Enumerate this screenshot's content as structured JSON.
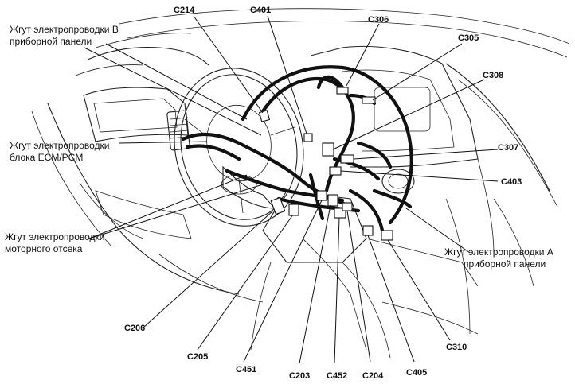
{
  "labels": {
    "harness_b": [
      "Жгут электропроводки В",
      "приборной панели"
    ],
    "ecm_pcm": [
      "Жгут электропроводки",
      "блока ECM/PCM"
    ],
    "engine": [
      "Жгут электропроводки",
      "моторного отсека"
    ],
    "harness_a": [
      "Жгут электропроводки А",
      "приборной панели"
    ]
  },
  "connectors": {
    "C214": "C214",
    "C401": "C401",
    "C306": "C306",
    "C305": "C305",
    "C308": "C308",
    "C307": "C307",
    "C403": "C403",
    "C206": "C206",
    "C205": "C205",
    "C451": "C451",
    "C203": "C203",
    "C452": "C452",
    "C204": "C204",
    "C405": "C405",
    "C310": "C310"
  }
}
